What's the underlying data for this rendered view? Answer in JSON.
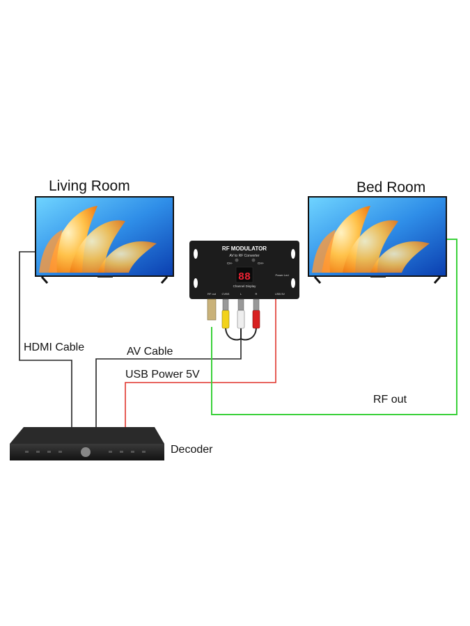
{
  "rooms": {
    "living_room": "Living Room",
    "bed_room": "Bed Room"
  },
  "cables": {
    "hdmi": "HDMI Cable",
    "av": "AV Cable",
    "usb_power": "USB Power 5V",
    "rf_out": "RF out"
  },
  "devices": {
    "decoder": "Decoder",
    "modulator": {
      "title": "RF MODULATOR",
      "subtitle": "AV to RF Converter",
      "ch_minus": "CH-",
      "ch_plus": "CH+",
      "display_digits": "88",
      "channel_display": "Channel Display",
      "power_led": "Power Led",
      "port_rf_out": "RF out",
      "port_cvbs": "CVBS",
      "port_l": "L",
      "port_r": "R",
      "port_usb": "USB 5V"
    }
  },
  "colors": {
    "hdmi_wire": "#222222",
    "av_wire": "#222222",
    "usb_wire": "#e0342c",
    "rf_wire": "#3ad13a",
    "device_body": "#1c1c1c"
  }
}
